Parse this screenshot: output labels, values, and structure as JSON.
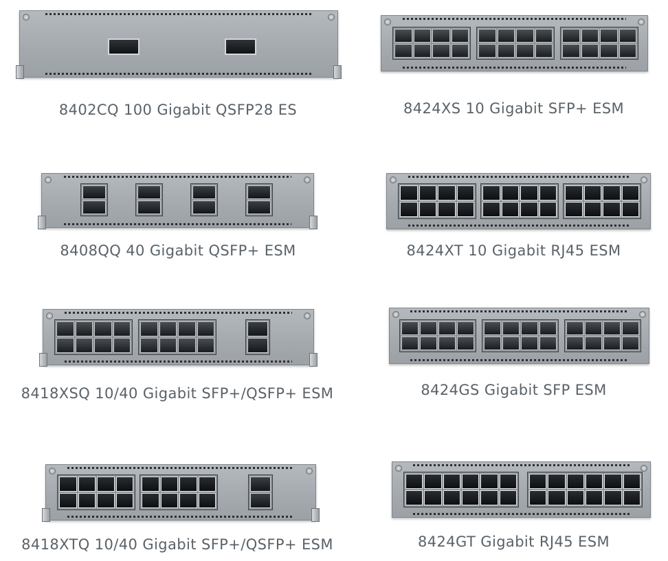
{
  "modules": [
    {
      "id": "8402cq",
      "label": "8402CQ 100 Gigabit QSFP28 ES"
    },
    {
      "id": "8424xs",
      "label": "8424XS 10 Gigabit SFP+ ESM"
    },
    {
      "id": "8408qq",
      "label": "8408QQ 40 Gigabit QSFP+ ESM"
    },
    {
      "id": "8424xt",
      "label": "8424XT 10 Gigabit RJ45 ESM"
    },
    {
      "id": "8418xsq",
      "label": "8418XSQ 10/40 Gigabit SFP+/QSFP+ ESM"
    },
    {
      "id": "8424gs",
      "label": "8424GS Gigabit SFP ESM"
    },
    {
      "id": "8418xtq",
      "label": "8418XTQ 10/40 Gigabit SFP+/QSFP+ ESM"
    },
    {
      "id": "8424gt",
      "label": "8424GT Gigabit RJ45 ESM"
    }
  ]
}
